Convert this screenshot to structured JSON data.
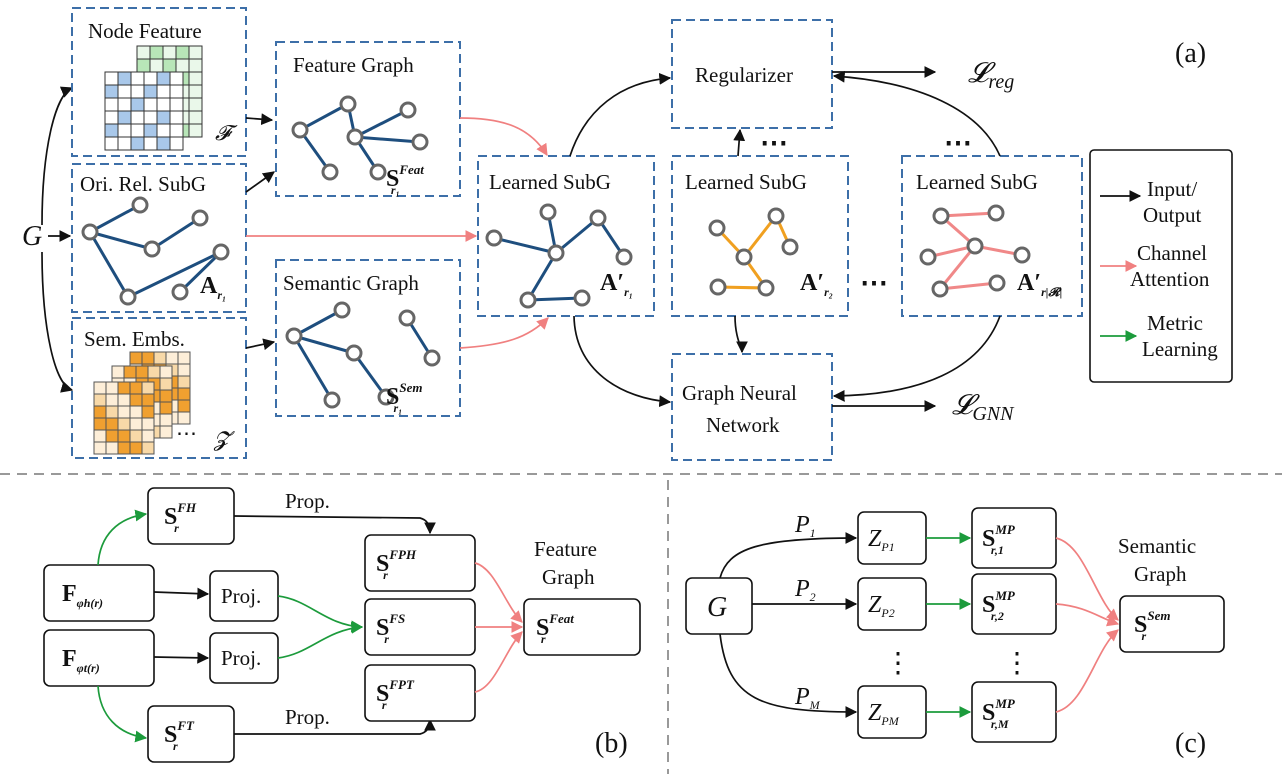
{
  "panel_a": {
    "label": "(a)",
    "input": "G",
    "node_feature": {
      "title": "Node Feature",
      "symbol": "𝓕"
    },
    "ori_rel_subg": {
      "title": "Ori. Rel. SubG",
      "symbol": "A",
      "sub": "r₁"
    },
    "sem_embs": {
      "title": "Sem. Embs.",
      "symbol": "𝓩",
      "ellipsis": "⋯"
    },
    "feature_graph": {
      "title": "Feature Graph",
      "symbol": "S",
      "sup": "Feat",
      "sub": "r₁"
    },
    "semantic_graph": {
      "title": "Semantic Graph",
      "symbol": "S",
      "sup": "Sem",
      "sub": "r₁"
    },
    "learned_subgs": [
      {
        "title": "Learned SubG",
        "symbol": "A′",
        "sub": "r₁"
      },
      {
        "title": "Learned SubG",
        "symbol": "A′",
        "sub": "r₂"
      },
      {
        "title": "Learned SubG",
        "symbol": "A′",
        "sub": "r|𝓡|"
      }
    ],
    "dots_between": "⋯",
    "dots_above": [
      "⋯",
      "⋯"
    ],
    "regularizer": "Regularizer",
    "gnn_line1": "Graph Neural",
    "gnn_line2": "Network",
    "loss_reg": {
      "symbol": "𝓛",
      "sub": "reg"
    },
    "loss_gnn": {
      "symbol": "𝓛",
      "sub": "GNN"
    }
  },
  "legend": {
    "items": [
      {
        "line1": "Input/",
        "line2": "Output",
        "color": "#111111"
      },
      {
        "line1": "Channel",
        "line2": "Attention",
        "color": "#f08080"
      },
      {
        "line1": "Metric",
        "line2": "Learning",
        "color": "#1c9b3c"
      }
    ]
  },
  "panel_b": {
    "label": "(b)",
    "f_head": {
      "symbol": "F",
      "sub": "φh(r)"
    },
    "f_tail": {
      "symbol": "F",
      "sub": "φt(r)"
    },
    "proj": "Proj.",
    "prop": "Prop.",
    "s_fh": {
      "symbol": "S",
      "sup": "FH",
      "sub": "r"
    },
    "s_ft": {
      "symbol": "S",
      "sup": "FT",
      "sub": "r"
    },
    "s_fph": {
      "symbol": "S",
      "sup": "FPH",
      "sub": "r"
    },
    "s_fs": {
      "symbol": "S",
      "sup": "FS",
      "sub": "r"
    },
    "s_fpt": {
      "symbol": "S",
      "sup": "FPT",
      "sub": "r"
    },
    "s_feat": {
      "symbol": "S",
      "sup": "Feat",
      "sub": "r"
    },
    "result_line1": "Feature",
    "result_line2": "Graph"
  },
  "panel_c": {
    "label": "(c)",
    "input": "G",
    "paths": [
      {
        "p": "P",
        "p_sub": "1",
        "z": "Z",
        "z_sub": "P1",
        "s": "S",
        "s_sup": "MP",
        "s_sub": "r,1"
      },
      {
        "p": "P",
        "p_sub": "2",
        "z": "Z",
        "z_sub": "P2",
        "s": "S",
        "s_sup": "MP",
        "s_sub": "r,2"
      },
      {
        "p": "P",
        "p_sub": "M",
        "z": "Z",
        "z_sub": "PM",
        "s": "S",
        "s_sup": "MP",
        "s_sub": "r,M"
      }
    ],
    "vdots": "⋮",
    "s_sem": {
      "symbol": "S",
      "sup": "Sem",
      "sub": "r"
    },
    "result_line1": "Semantic",
    "result_line2": "Graph"
  }
}
